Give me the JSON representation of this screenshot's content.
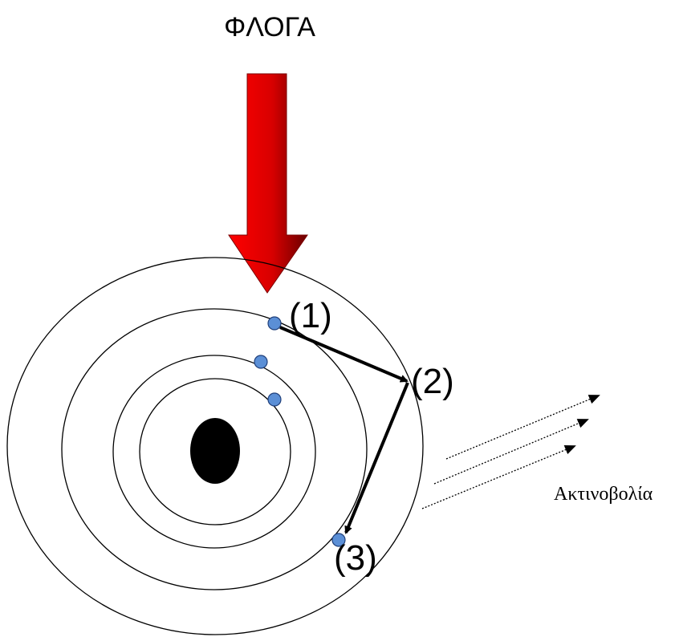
{
  "title": "ΦΛΟΓΑ",
  "labels": {
    "step1": "(1)",
    "step2": "(2)",
    "step3": "(3)",
    "radiation": "Ακτινοβολία"
  },
  "colors": {
    "arrow_red": "#e00000",
    "arrow_dark": "#6a0000",
    "electron": "#5b8fd6",
    "nucleus": "#000000",
    "lines": "#000000"
  }
}
